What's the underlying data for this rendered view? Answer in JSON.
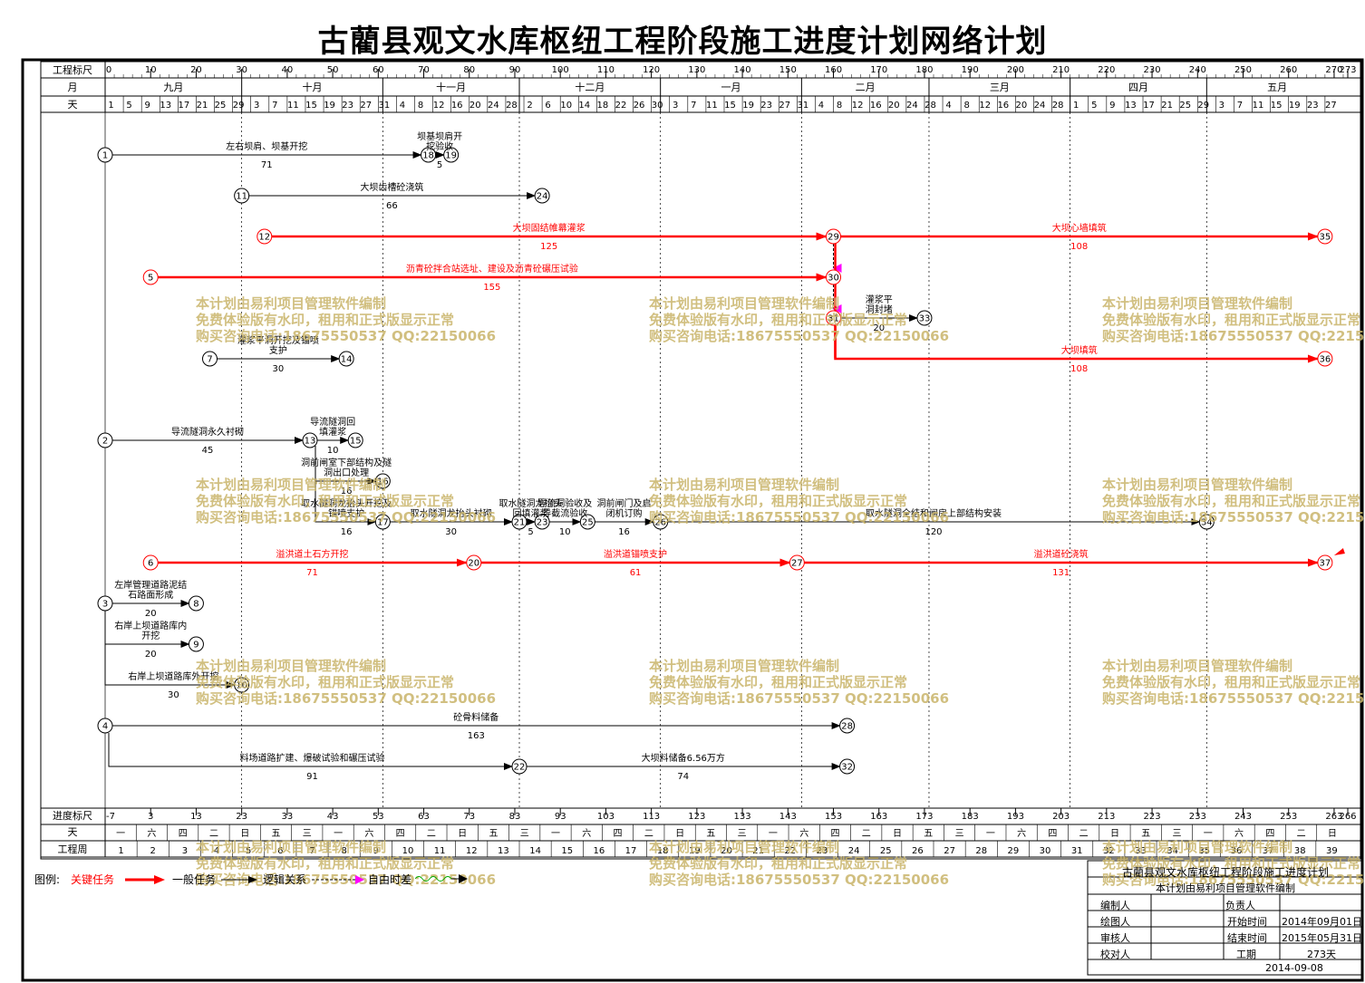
{
  "title": "古藺县观文水库枢纽工程阶段施工进度计划网络计划",
  "header": {
    "ruler_label": "工程标尺",
    "month_label": "月",
    "day_label": "天",
    "ruler_ticks": [
      {
        "d": 0,
        "t": "0"
      },
      {
        "d": 10,
        "t": "10"
      },
      {
        "d": 20,
        "t": "20"
      },
      {
        "d": 30,
        "t": "30"
      },
      {
        "d": 40,
        "t": "40"
      },
      {
        "d": 50,
        "t": "50"
      },
      {
        "d": 60,
        "t": "60"
      },
      {
        "d": 70,
        "t": "70"
      },
      {
        "d": 80,
        "t": "80"
      },
      {
        "d": 90,
        "t": "90"
      },
      {
        "d": 100,
        "t": "100"
      },
      {
        "d": 110,
        "t": "110"
      },
      {
        "d": 120,
        "t": "120"
      },
      {
        "d": 130,
        "t": "130"
      },
      {
        "d": 140,
        "t": "140"
      },
      {
        "d": 150,
        "t": "150"
      },
      {
        "d": 160,
        "t": "160"
      },
      {
        "d": 170,
        "t": "170"
      },
      {
        "d": 180,
        "t": "180"
      },
      {
        "d": 190,
        "t": "190"
      },
      {
        "d": 200,
        "t": "200"
      },
      {
        "d": 210,
        "t": "210"
      },
      {
        "d": 220,
        "t": "220"
      },
      {
        "d": 230,
        "t": "230"
      },
      {
        "d": 240,
        "t": "240"
      },
      {
        "d": 250,
        "t": "250"
      },
      {
        "d": 260,
        "t": "260"
      },
      {
        "d": 270,
        "t": "270"
      },
      {
        "d": 273,
        "t": "273"
      }
    ],
    "months": [
      {
        "name": "九月",
        "start": 0,
        "end": 30
      },
      {
        "name": "十月",
        "start": 30,
        "end": 61
      },
      {
        "name": "十一月",
        "start": 61,
        "end": 91
      },
      {
        "name": "十二月",
        "start": 91,
        "end": 122
      },
      {
        "name": "一月",
        "start": 122,
        "end": 153
      },
      {
        "name": "二月",
        "start": 153,
        "end": 181
      },
      {
        "name": "三月",
        "start": 181,
        "end": 212
      },
      {
        "name": "四月",
        "start": 212,
        "end": 242
      },
      {
        "name": "五月",
        "start": 242,
        "end": 273
      }
    ],
    "days": [
      {
        "d": 0,
        "t": "1"
      },
      {
        "d": 4,
        "t": "5"
      },
      {
        "d": 8,
        "t": "9"
      },
      {
        "d": 12,
        "t": "13"
      },
      {
        "d": 16,
        "t": "17"
      },
      {
        "d": 20,
        "t": "21"
      },
      {
        "d": 24,
        "t": "25"
      },
      {
        "d": 28,
        "t": "29"
      },
      {
        "d": 32,
        "t": "3"
      },
      {
        "d": 36,
        "t": "7"
      },
      {
        "d": 40,
        "t": "11"
      },
      {
        "d": 44,
        "t": "15"
      },
      {
        "d": 48,
        "t": "19"
      },
      {
        "d": 52,
        "t": "23"
      },
      {
        "d": 56,
        "t": "27"
      },
      {
        "d": 60,
        "t": "31"
      },
      {
        "d": 64,
        "t": "4"
      },
      {
        "d": 68,
        "t": "8"
      },
      {
        "d": 72,
        "t": "12"
      },
      {
        "d": 76,
        "t": "16"
      },
      {
        "d": 80,
        "t": "20"
      },
      {
        "d": 84,
        "t": "24"
      },
      {
        "d": 88,
        "t": "28"
      },
      {
        "d": 92,
        "t": "2"
      },
      {
        "d": 96,
        "t": "6"
      },
      {
        "d": 100,
        "t": "10"
      },
      {
        "d": 104,
        "t": "14"
      },
      {
        "d": 108,
        "t": "18"
      },
      {
        "d": 112,
        "t": "22"
      },
      {
        "d": 116,
        "t": "26"
      },
      {
        "d": 120,
        "t": "30"
      },
      {
        "d": 124,
        "t": "3"
      },
      {
        "d": 128,
        "t": "7"
      },
      {
        "d": 132,
        "t": "11"
      },
      {
        "d": 136,
        "t": "15"
      },
      {
        "d": 140,
        "t": "19"
      },
      {
        "d": 144,
        "t": "23"
      },
      {
        "d": 148,
        "t": "27"
      },
      {
        "d": 152,
        "t": "31"
      },
      {
        "d": 156,
        "t": "4"
      },
      {
        "d": 160,
        "t": "8"
      },
      {
        "d": 164,
        "t": "12"
      },
      {
        "d": 168,
        "t": "16"
      },
      {
        "d": 172,
        "t": "20"
      },
      {
        "d": 176,
        "t": "24"
      },
      {
        "d": 180,
        "t": "28"
      },
      {
        "d": 184,
        "t": "4"
      },
      {
        "d": 188,
        "t": "8"
      },
      {
        "d": 192,
        "t": "12"
      },
      {
        "d": 196,
        "t": "16"
      },
      {
        "d": 200,
        "t": "20"
      },
      {
        "d": 204,
        "t": "24"
      },
      {
        "d": 208,
        "t": "28"
      },
      {
        "d": 212,
        "t": "1"
      },
      {
        "d": 216,
        "t": "5"
      },
      {
        "d": 220,
        "t": "9"
      },
      {
        "d": 224,
        "t": "13"
      },
      {
        "d": 228,
        "t": "17"
      },
      {
        "d": 232,
        "t": "21"
      },
      {
        "d": 236,
        "t": "25"
      },
      {
        "d": 240,
        "t": "29"
      },
      {
        "d": 244,
        "t": "3"
      },
      {
        "d": 248,
        "t": "7"
      },
      {
        "d": 252,
        "t": "11"
      },
      {
        "d": 256,
        "t": "15"
      },
      {
        "d": 260,
        "t": "19"
      },
      {
        "d": 264,
        "t": "23"
      },
      {
        "d": 268,
        "t": "27"
      }
    ]
  },
  "footer": {
    "progress_label": "进度标尺",
    "day_label": "天",
    "week_label": "工程周",
    "progress_ticks": [
      {
        "d": 0,
        "t": "-7"
      },
      {
        "d": 10,
        "t": "3"
      },
      {
        "d": 20,
        "t": "13"
      },
      {
        "d": 30,
        "t": "23"
      },
      {
        "d": 40,
        "t": "33"
      },
      {
        "d": 50,
        "t": "43"
      },
      {
        "d": 60,
        "t": "53"
      },
      {
        "d": 70,
        "t": "63"
      },
      {
        "d": 80,
        "t": "73"
      },
      {
        "d": 90,
        "t": "83"
      },
      {
        "d": 100,
        "t": "93"
      },
      {
        "d": 110,
        "t": "103"
      },
      {
        "d": 120,
        "t": "113"
      },
      {
        "d": 130,
        "t": "123"
      },
      {
        "d": 140,
        "t": "133"
      },
      {
        "d": 150,
        "t": "143"
      },
      {
        "d": 160,
        "t": "153"
      },
      {
        "d": 170,
        "t": "163"
      },
      {
        "d": 180,
        "t": "173"
      },
      {
        "d": 190,
        "t": "183"
      },
      {
        "d": 200,
        "t": "193"
      },
      {
        "d": 210,
        "t": "203"
      },
      {
        "d": 220,
        "t": "213"
      },
      {
        "d": 230,
        "t": "223"
      },
      {
        "d": 240,
        "t": "233"
      },
      {
        "d": 250,
        "t": "243"
      },
      {
        "d": 260,
        "t": "253"
      },
      {
        "d": 270,
        "t": "263"
      },
      {
        "d": 273,
        "t": "266"
      }
    ],
    "weekdays": [
      "一",
      "六",
      "四",
      "二",
      "日",
      "五",
      "三",
      "一",
      "六",
      "四",
      "二",
      "日",
      "五",
      "三",
      "一",
      "六",
      "四",
      "二",
      "日",
      "五",
      "三",
      "一",
      "六",
      "四",
      "二",
      "日",
      "五",
      "三",
      "一",
      "六",
      "四",
      "二",
      "日",
      "五",
      "三",
      "一",
      "六",
      "四",
      "二",
      "日"
    ],
    "weeks": [
      "1",
      "2",
      "3",
      "4",
      "5",
      "6",
      "7",
      "8",
      "9",
      "10",
      "11",
      "12",
      "13",
      "14",
      "15",
      "16",
      "17",
      "18",
      "19",
      "20",
      "21",
      "22",
      "23",
      "24",
      "25",
      "26",
      "27",
      "28",
      "29",
      "30",
      "31",
      "32",
      "33",
      "34",
      "35",
      "36",
      "37",
      "38",
      "39"
    ]
  },
  "nodes": [
    {
      "id": "1",
      "d": 0,
      "row": 1
    },
    {
      "id": "18",
      "d": 71,
      "row": 1
    },
    {
      "id": "19",
      "d": 76,
      "row": 1
    },
    {
      "id": "11",
      "d": 30,
      "row": 2
    },
    {
      "id": "24",
      "d": 96,
      "row": 2
    },
    {
      "id": "12",
      "d": 35,
      "row": 3
    },
    {
      "id": "29",
      "d": 160,
      "row": 3
    },
    {
      "id": "35",
      "d": 268,
      "row": 3
    },
    {
      "id": "5",
      "d": 10,
      "row": 4
    },
    {
      "id": "30",
      "d": 160,
      "row": 4
    },
    {
      "id": "31",
      "d": 160,
      "row": 5
    },
    {
      "id": "33",
      "d": 180,
      "row": 5
    },
    {
      "id": "7",
      "d": 23,
      "row": 6
    },
    {
      "id": "14",
      "d": 53,
      "row": 6
    },
    {
      "id": "36",
      "d": 268,
      "row": 6
    },
    {
      "id": "2",
      "d": 0,
      "row": 7
    },
    {
      "id": "13",
      "d": 45,
      "row": 7
    },
    {
      "id": "15",
      "d": 55,
      "row": 7
    },
    {
      "id": "16",
      "d": 61,
      "row": 8
    },
    {
      "id": "17",
      "d": 61,
      "row": 9
    },
    {
      "id": "21",
      "d": 91,
      "row": 9
    },
    {
      "id": "23",
      "d": 96,
      "row": 9
    },
    {
      "id": "25",
      "d": 106,
      "row": 9
    },
    {
      "id": "26",
      "d": 122,
      "row": 9
    },
    {
      "id": "34",
      "d": 242,
      "row": 9
    },
    {
      "id": "6",
      "d": 10,
      "row": 10
    },
    {
      "id": "20",
      "d": 81,
      "row": 10
    },
    {
      "id": "27",
      "d": 152,
      "row": 10
    },
    {
      "id": "37",
      "d": 268,
      "row": 10
    },
    {
      "id": "3",
      "d": 0,
      "row": 11
    },
    {
      "id": "8",
      "d": 20,
      "row": 11
    },
    {
      "id": "9",
      "d": 20,
      "row": 12
    },
    {
      "id": "10",
      "d": 30,
      "row": 13
    },
    {
      "id": "4",
      "d": 0,
      "row": 14
    },
    {
      "id": "28",
      "d": 163,
      "row": 14
    },
    {
      "id": "22",
      "d": 91,
      "row": 15
    },
    {
      "id": "32",
      "d": 163,
      "row": 15
    }
  ],
  "activities": [
    {
      "from": "1",
      "to": "18",
      "name": "左右坝肩、坝基开挖",
      "dur": "71",
      "critical": false
    },
    {
      "from": "18",
      "to": "19",
      "name": "坝基坝肩开挖验收",
      "dur": "5",
      "critical": false,
      "nameLines": [
        "坝基坝肩开",
        "挖验收"
      ]
    },
    {
      "from": "11",
      "to": "24",
      "name": "大坝齿槽砼浇筑",
      "dur": "66",
      "critical": false
    },
    {
      "from": "12",
      "to": "29",
      "name": "大坝固结帷幕灌浆",
      "dur": "125",
      "critical": true
    },
    {
      "from": "29",
      "to": "35",
      "name": "大坝心墙填筑",
      "dur": "108",
      "critical": true
    },
    {
      "from": "5",
      "to": "30",
      "name": "沥青砼拌合站选址、建设及沥青砼碾压试验",
      "dur": "155",
      "critical": true
    },
    {
      "from": "31",
      "to": "33",
      "name": "灌浆平洞封堵",
      "dur": "20",
      "critical": false,
      "nameLines": [
        "灌浆平",
        "洞封堵"
      ]
    },
    {
      "from": "7",
      "to": "14",
      "name": "灌浆平洞开挖及锚喷支护",
      "dur": "30",
      "critical": false,
      "nameLines": [
        "灌浆平洞开挖及锚喷",
        "支护"
      ]
    },
    {
      "from": "31",
      "to": "36",
      "name": "大坝填筑",
      "dur": "108",
      "critical": true
    },
    {
      "from": "2",
      "to": "13",
      "name": "导流隧洞永久衬砌",
      "dur": "45",
      "critical": false
    },
    {
      "from": "13",
      "to": "15",
      "name": "导流隧洞回填灌浆",
      "dur": "10",
      "critical": false,
      "nameLines": [
        "导流隧洞回",
        "填灌浆"
      ]
    },
    {
      "from": "13",
      "to": "16",
      "name": "洞前闸室下部结构及隧洞出口处理",
      "dur": "16",
      "critical": false,
      "nameLines": [
        "洞前闸室下部结构及隧",
        "洞出口处理"
      ]
    },
    {
      "from": "13",
      "to": "17",
      "name": "取水隧洞龙抬头开挖及锚喷支护",
      "dur": "16",
      "critical": false,
      "nameLines": [
        "取水隧洞龙抬头开挖及",
        "锚喷支护"
      ]
    },
    {
      "from": "17",
      "to": "21",
      "name": "取水隧洞龙抬头衬砌",
      "dur": "30",
      "critical": false
    },
    {
      "from": "21",
      "to": "23",
      "name": "取水隧洞龙抬头回填灌浆",
      "dur": "5",
      "critical": false,
      "nameLines": [
        "取水隧洞龙抬头",
        "回填灌浆"
      ]
    },
    {
      "from": "23",
      "to": "25",
      "name": "导流洞验收及导截流验收",
      "dur": "10",
      "critical": false,
      "nameLines": [
        "导流洞验收及",
        "导截流验收"
      ]
    },
    {
      "from": "25",
      "to": "26",
      "name": "洞前闸门及启闭机订购",
      "dur": "16",
      "critical": false,
      "nameLines": [
        "洞前闸门及启",
        "闭机订购"
      ]
    },
    {
      "from": "26",
      "to": "34",
      "name": "取水隧洞全结和闸房上部结构安装",
      "dur": "120",
      "critical": false
    },
    {
      "from": "6",
      "to": "20",
      "name": "溢洪道土石方开挖",
      "dur": "71",
      "critical": true
    },
    {
      "from": "20",
      "to": "27",
      "name": "溢洪道锚喷支护",
      "dur": "61",
      "critical": true
    },
    {
      "from": "27",
      "to": "37",
      "name": "溢洪道砼浇筑",
      "dur": "131",
      "critical": true
    },
    {
      "from": "3",
      "to": "8",
      "name": "左岸管理道路泥结石路面形成",
      "dur": "20",
      "critical": false,
      "nameLines": [
        "左岸管理道路泥结",
        "石路面形成"
      ]
    },
    {
      "from": "3",
      "to": "9",
      "name": "右岸上坝道路库内开挖",
      "dur": "20",
      "critical": false,
      "nameLines": [
        "右岸上坝道路库内",
        "开挖"
      ]
    },
    {
      "from": "3",
      "to": "10",
      "name": "右岸上坝道路库外开挖",
      "dur": "30",
      "critical": false
    },
    {
      "from": "4",
      "to": "28",
      "name": "砼骨料储备",
      "dur": "163",
      "critical": false
    },
    {
      "from": "4",
      "to": "22",
      "name": "料场道路扩建、爆破试验和碾压试验",
      "dur": "91",
      "critical": false
    },
    {
      "from": "22",
      "to": "32",
      "name": "大坝料储备6.56万方",
      "dur": "74",
      "critical": false
    }
  ],
  "watermark": {
    "lines": [
      "本计划由易利项目管理软件编制",
      "免费体验版有水印，租用和正式版显示正常",
      "购买咨询电话:18675550537 QQ:22150066"
    ]
  },
  "legend": {
    "label": "图例:",
    "critical_label": "关键任务",
    "normal_label": "一般任务",
    "logic_label": "逻辑关系",
    "float_label": "自由时差",
    "critical_color": "#ff0000",
    "float_color": "#ff00ff"
  },
  "title_block": {
    "title": "古藺县观文水库枢纽工程阶段施工进度计划",
    "subtitle": "本计划由易利项目管理软件编制",
    "rows": [
      {
        "a": "编制人",
        "b": "",
        "c": "负责人",
        "d": ""
      },
      {
        "a": "绘图人",
        "b": "",
        "c": "开始时间",
        "d": "2014年09月01日"
      },
      {
        "a": "审核人",
        "b": "",
        "c": "结束时间",
        "d": "2015年05月31日"
      },
      {
        "a": "校对人",
        "b": "",
        "c": "工期",
        "d": "273天"
      }
    ],
    "date": "2014-09-08"
  }
}
